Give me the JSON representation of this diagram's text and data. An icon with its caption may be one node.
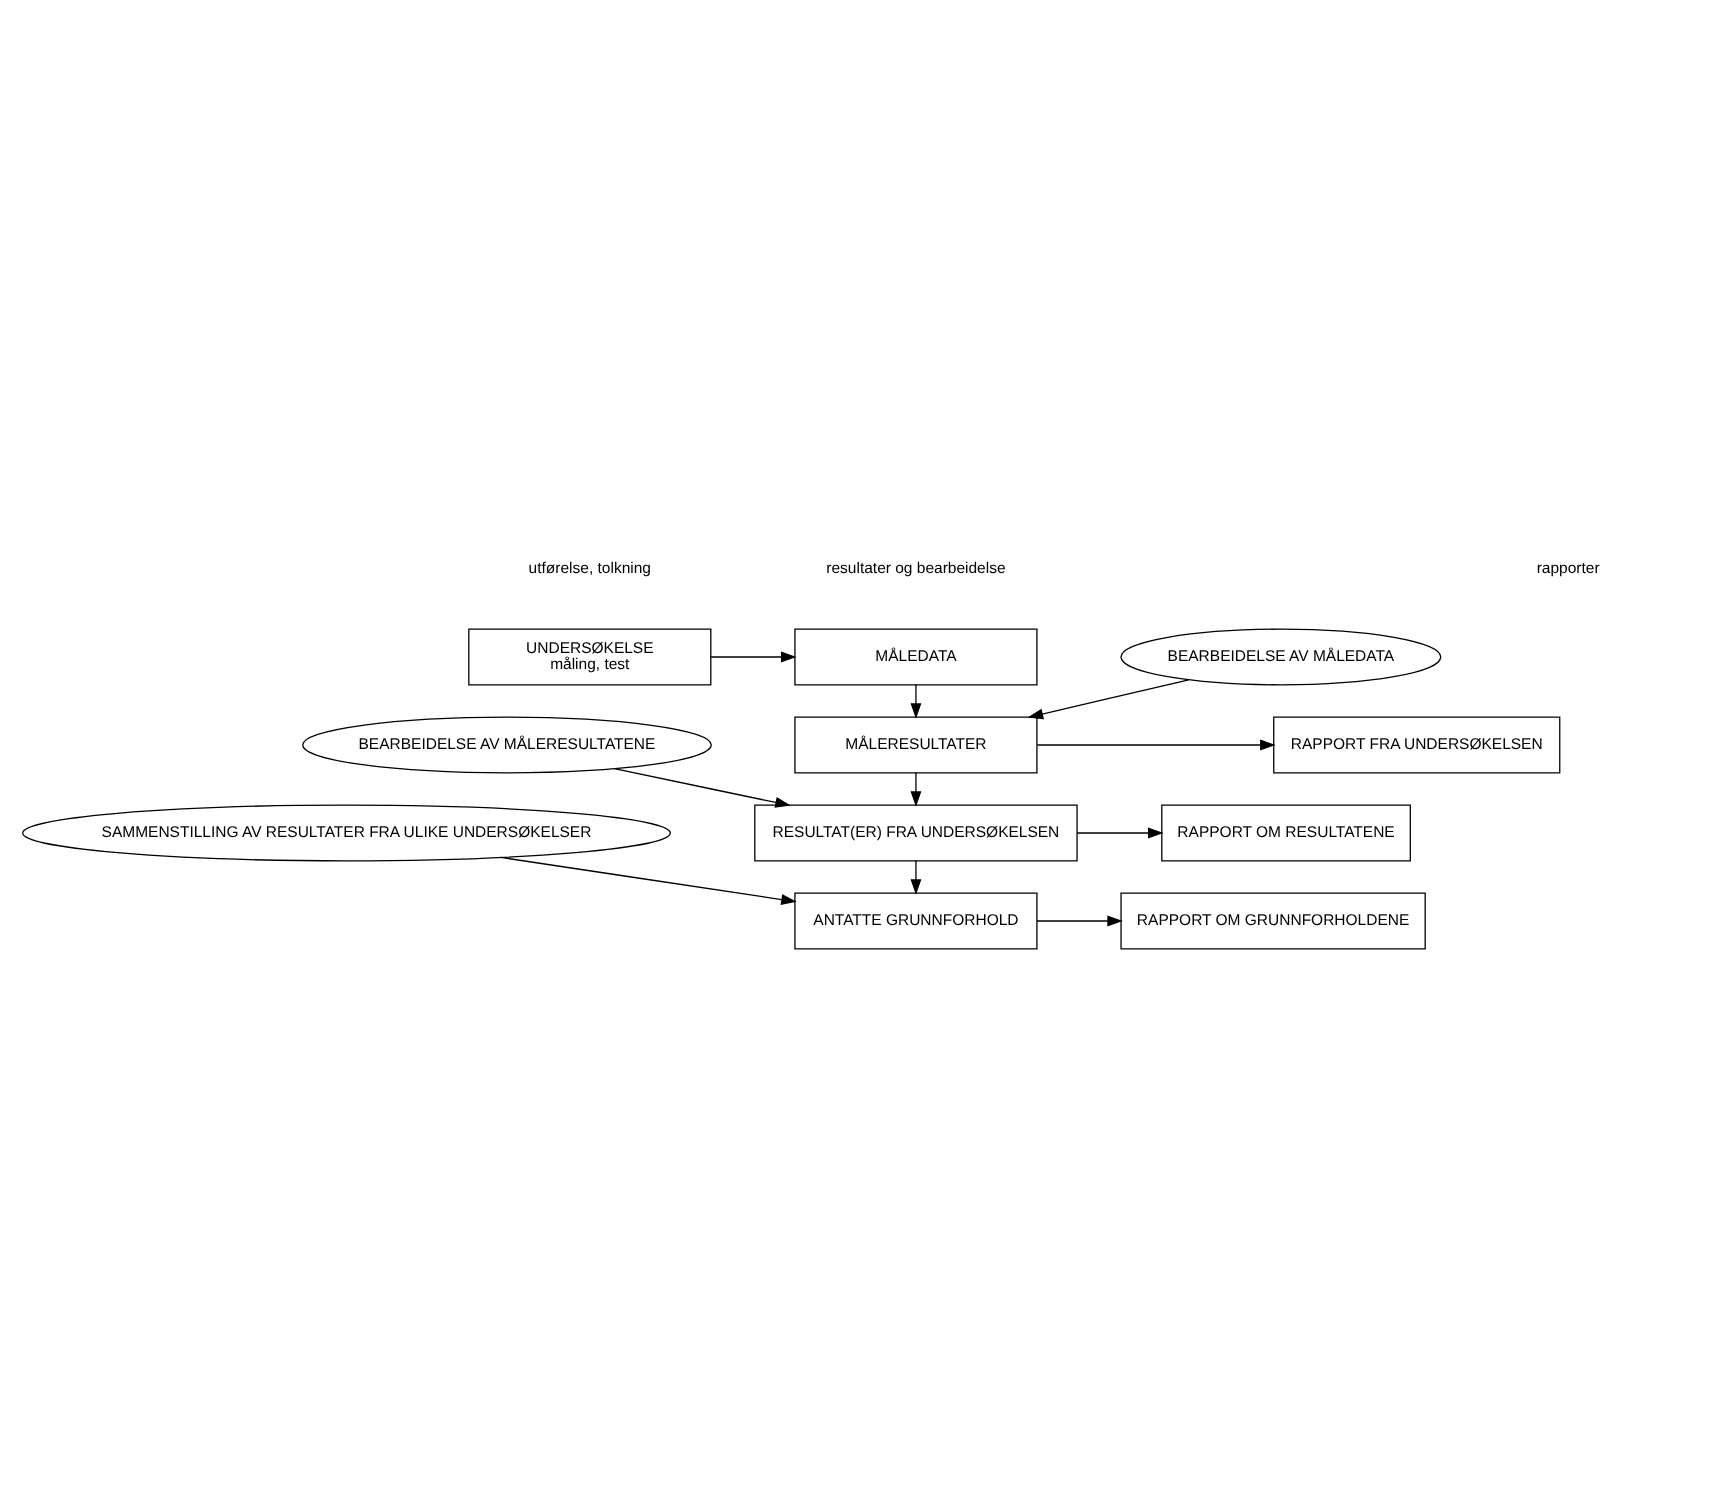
{
  "diagram": {
    "nodes": [
      {
        "text": [
          "UNDERSØKELSE",
          "måling, test"
        ]
      },
      {
        "text": [
          "MÅLEDATA"
        ]
      },
      {
        "text": [
          "BEARBEIDELSE AV MÅLEDATA"
        ]
      },
      {
        "text": [
          "MÅLERESULTATER"
        ]
      },
      {
        "text": [
          "RAPPORT FRA UNDERSØKELSEN"
        ]
      },
      {
        "text": [
          "BEARBEIDELSE AV MÅLERESULTATENE"
        ]
      },
      {
        "text": [
          "RESULTAT(ER) FRA UNDERSØKELSEN"
        ]
      },
      {
        "text": [
          "RAPPORT OM RESULTATENE"
        ]
      },
      {
        "text": [
          "SAMMENSTILLING AV RESULTATER FRA ULIKE UNDERSØKELSER"
        ]
      },
      {
        "text": [
          "ANTATTE GRUNNFORHOLD"
        ]
      },
      {
        "text": [
          "RAPPORT OM GRUNNFORHOLDENE"
        ]
      }
    ],
    "edges": [
      {
        "from": 0,
        "to": 1,
        "arrow": "to"
      },
      {
        "from": 1,
        "to": 3,
        "arrow": "to"
      },
      {
        "from": 2,
        "to": 3,
        "arrow": "to"
      },
      {
        "from": 3,
        "to": 4,
        "arrow": "to"
      },
      {
        "from": 3,
        "to": 6,
        "arrow": "to"
      },
      {
        "from": 5,
        "to": 6,
        "arrow": "to"
      },
      {
        "from": 6,
        "to": 7,
        "arrow": "to"
      },
      {
        "from": 6,
        "to": 9,
        "arrow": "to"
      },
      {
        "from": 8,
        "to": 9,
        "arrow": "to"
      },
      {
        "from": 9,
        "to": 10,
        "arrow": "to"
      }
    ],
    "labels": [
      "utførelse, tolkning",
      "resultater og bearbeidelse",
      "rapporter"
    ]
  }
}
